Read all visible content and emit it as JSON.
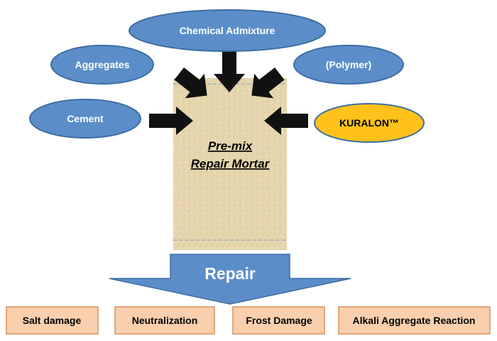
{
  "ingredients": {
    "chemical_admixture": "Chemical Admixture",
    "aggregates": "Aggregates",
    "polymer": "(Polymer)",
    "cement": "Cement",
    "kuralon": "KURALON™"
  },
  "product": {
    "line1": "Pre-mix",
    "line2": "Repair Mortar"
  },
  "action": "Repair",
  "applications": [
    "Salt damage",
    "Neutralization",
    "Frost Damage",
    "Alkali Aggregate Reaction"
  ],
  "colors": {
    "ellipse_fill": "#5b8ec9",
    "ellipse_stroke": "#3e6ea3",
    "kuralon_fill": "#ffc21a",
    "bag_fill": "#e6d6ae",
    "repair_arrow": "#5b8ec9",
    "box_fill": "#f9cfae",
    "box_stroke": "#d98f58",
    "arrow_fill": "#111111"
  }
}
